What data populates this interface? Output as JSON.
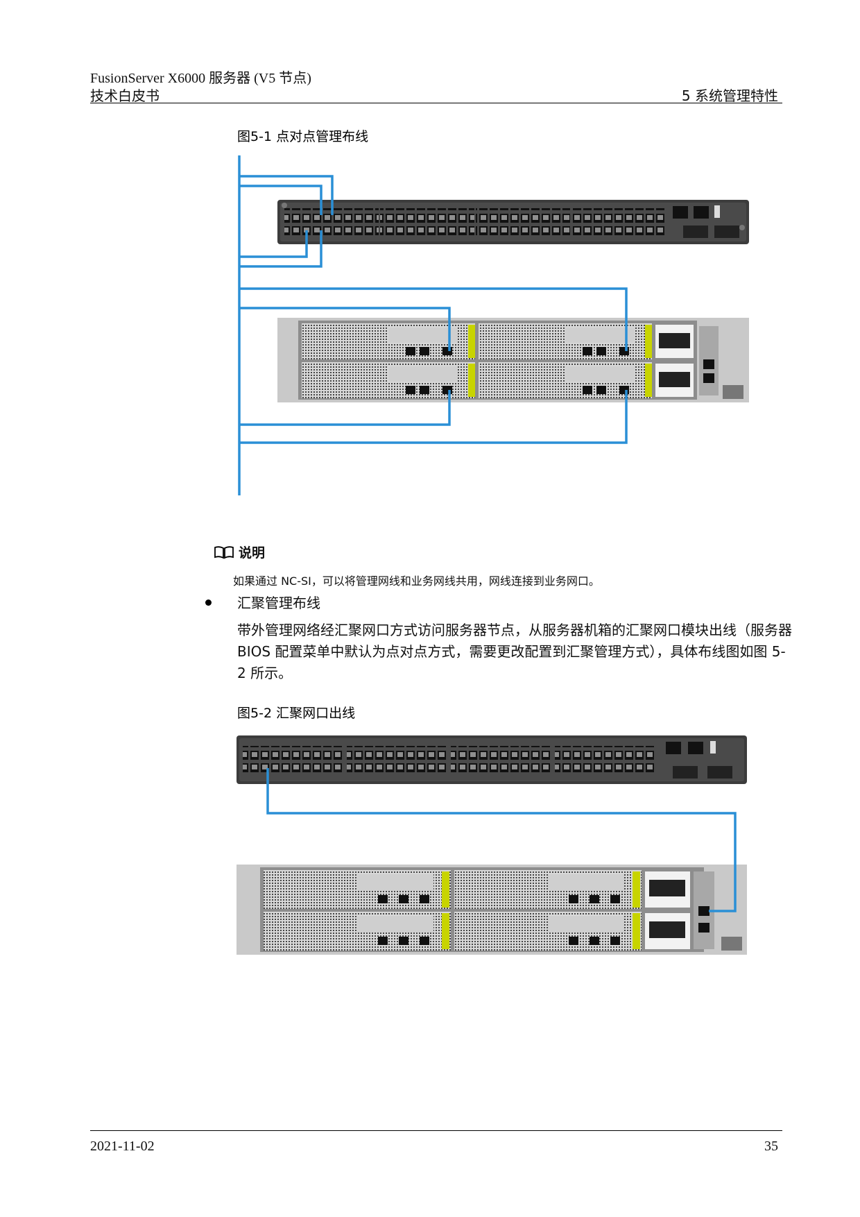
{
  "header": {
    "product": "FusionServer X6000  服务器 (V5 节点)",
    "doc_type": "技术白皮书",
    "section": "5  系统管理特性"
  },
  "figure1": {
    "caption": "图5-1 点对点管理布线"
  },
  "note": {
    "title": "说明",
    "text": "如果通过 NC-SI，可以将管理网线和业务网线共用，网线连接到业务网口。"
  },
  "bullet": {
    "title": "汇聚管理布线",
    "paragraph": "带外管理网络经汇聚网口方式访问服务器节点，从服务器机箱的汇聚网口模块出线（服务器 BIOS 配置菜单中默认为点对点方式，需要更改配置到汇聚管理方式），具体布线图如图 5-2 所示。"
  },
  "figure2": {
    "caption": "图5-2 汇聚网口出线"
  },
  "footer": {
    "date": "2021-11-02",
    "page": "35"
  },
  "colors": {
    "cable": "#2a8fd6",
    "chassis": "#3a3a3a",
    "server": "#c9c9c9",
    "accent": "#c8d400"
  }
}
